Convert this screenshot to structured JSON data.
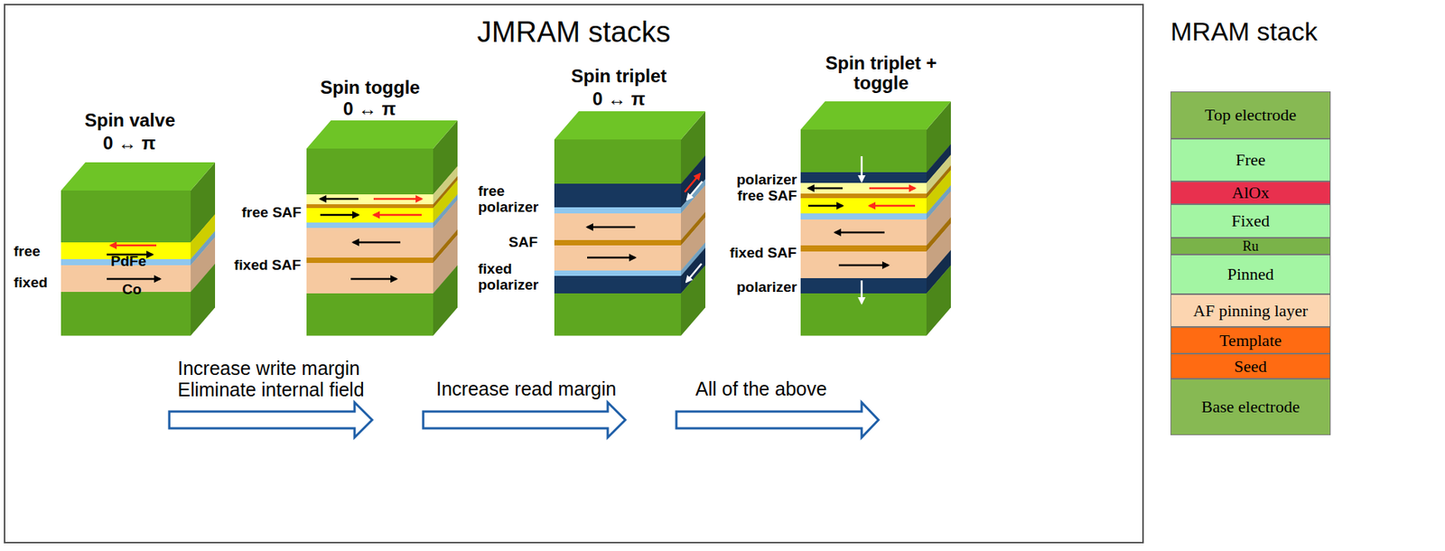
{
  "diagram": {
    "nodes": [
      {
        "text": [
          "JMRAM stacks"
        ]
      },
      {
        "text": [
          "PdFe"
        ],
        "in": 0
      },
      {
        "text": [
          "Co"
        ],
        "in": 0
      },
      {
        "text": [
          "Top electrode"
        ]
      },
      {
        "text": [
          "Free"
        ]
      },
      {
        "text": [
          "AlOx"
        ]
      },
      {
        "text": [
          "Fixed"
        ]
      },
      {
        "text": [
          "Ru"
        ]
      },
      {
        "text": [
          "Pinned"
        ]
      },
      {
        "text": [
          "AF pinning layer"
        ]
      },
      {
        "text": [
          "Template"
        ]
      },
      {
        "text": [
          "Seed"
        ]
      },
      {
        "text": [
          "Base electrode"
        ]
      }
    ],
    "labels": [
      "Spin valve",
      "0 ↔ π",
      "free",
      "fixed",
      "Spin toggle",
      "0 ↔ π",
      "free SAF",
      "fixed SAF",
      "Spin triplet",
      "0 ↔ π",
      "free polarizer",
      "SAF",
      "fixed polarizer",
      "Spin triplet + toggle",
      "polarizer",
      "free SAF",
      "fixed SAF",
      "polarizer",
      "Increase write margin Eliminate internal field",
      "Increase read margin",
      "All of the above",
      "MRAM stack"
    ]
  }
}
